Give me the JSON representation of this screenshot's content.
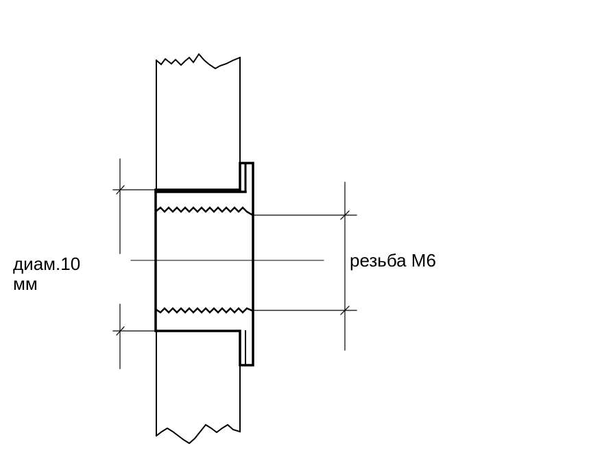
{
  "diagram": {
    "labels": {
      "diameter_line1": "диам.10",
      "diameter_line2": "мм",
      "thread": "резьба М6"
    },
    "colors": {
      "stroke": "#000000",
      "background": "#ffffff"
    }
  }
}
